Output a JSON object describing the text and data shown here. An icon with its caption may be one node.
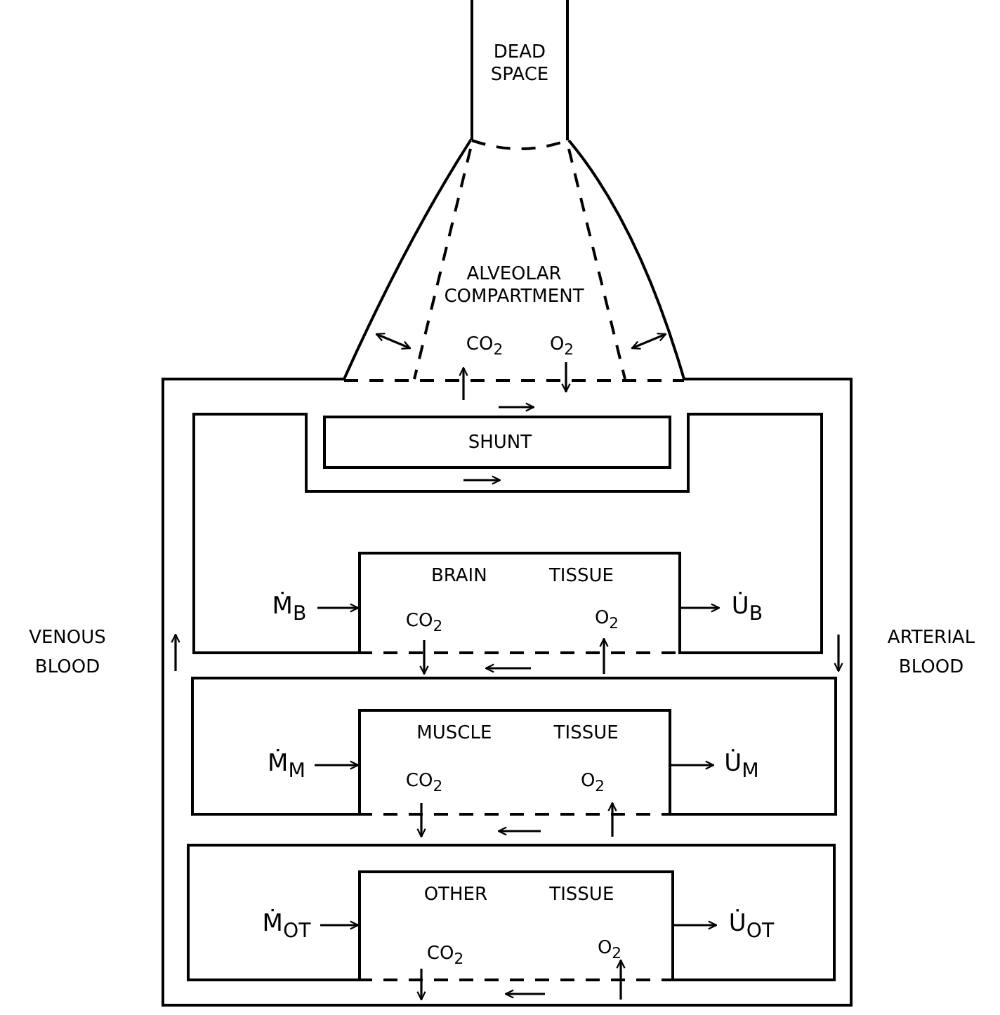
{
  "diagram": {
    "nodes": [
      {
        "text": [
          "DEAD SPACE"
        ]
      },
      {
        "text": [
          "ALVEOLAR COMPARTMENT",
          "CO$_{2}$",
          "O$_{2}$"
        ]
      },
      {
        "text": [
          "SHUNT"
        ]
      },
      {
        "text": [
          "BRAIN TISSUE",
          "CO$_{2}$",
          "O$_{2}$"
        ]
      },
      {
        "text": [
          "Ṁ$_{B}$"
        ]
      },
      {
        "text": [
          "U̇$_{B}$"
        ]
      },
      {
        "text": [
          "MUSCLE TISSUE",
          "CO$_{2}$",
          "O$_{2}$"
        ]
      },
      {
        "text": [
          "Ṁ$_{M}$"
        ]
      },
      {
        "text": [
          "U̇$_{M}$"
        ]
      },
      {
        "text": [
          "OTHER TISSUE",
          "CO$_{2}$",
          "O$_{2}$"
        ]
      },
      {
        "text": [
          "Ṁ$_{OT}$"
        ]
      },
      {
        "text": [
          "U̇$_{OT}$"
        ]
      }
    ],
    "edges": [
      {
        "from": 4,
        "to": 3,
        "arrow": "to"
      },
      {
        "from": 3,
        "to": 5,
        "arrow": "to"
      },
      {
        "from": 7,
        "to": 6,
        "arrow": "to"
      },
      {
        "from": 6,
        "to": 8,
        "arrow": "to"
      },
      {
        "from": 10,
        "to": 9,
        "arrow": "to"
      },
      {
        "from": 9,
        "to": 11,
        "arrow": "to"
      }
    ],
    "labels": [
      "VENOUS BLOOD",
      "ARTERIAL BLOOD"
    ]
  }
}
